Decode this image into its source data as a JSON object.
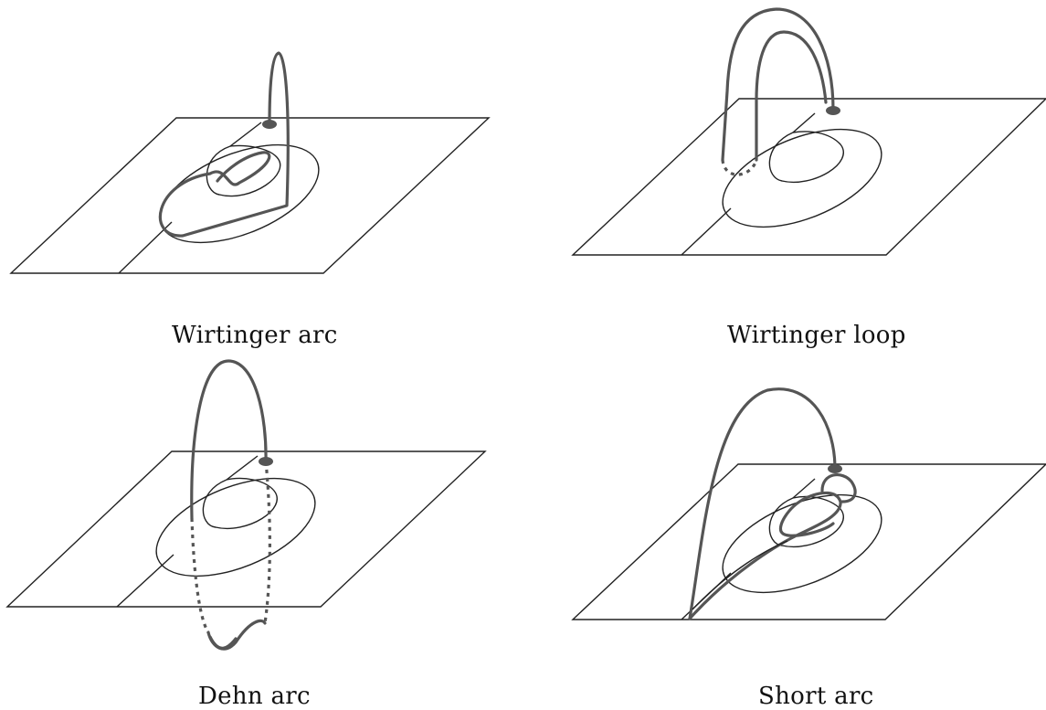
{
  "figure": {
    "panels": [
      {
        "id": "wirtinger-arc",
        "caption": "Wirtinger arc"
      },
      {
        "id": "wirtinger-loop",
        "caption": "Wirtinger loop"
      },
      {
        "id": "dehn-arc",
        "caption": "Dehn arc"
      },
      {
        "id": "short-arc",
        "caption": "Short arc"
      }
    ]
  },
  "colors": {
    "line": "#222222",
    "arc": "#555555",
    "background": "#ffffff"
  }
}
